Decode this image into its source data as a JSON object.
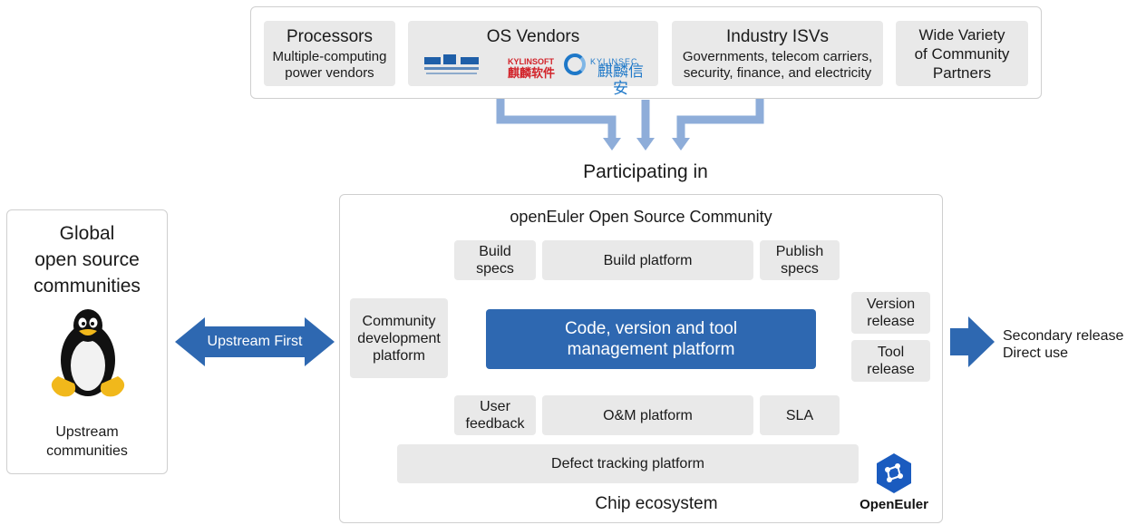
{
  "top_panel": {
    "processors": {
      "title": "Processors",
      "desc": [
        "Multiple-computing",
        "power vendors"
      ]
    },
    "os_vendors": {
      "title": "OS Vendors",
      "logo_kylinsoft_top": "KYLINSOFT",
      "logo_kylinsoft_bottom": "麒麟软件",
      "logo_kylinsec_top": "KYLINSEC",
      "logo_kylinsec_bottom": "麒麟信安"
    },
    "industry_isvs": {
      "title": "Industry ISVs",
      "desc": [
        "Governments, telecom carriers,",
        "security, finance, and electricity"
      ]
    },
    "partners": {
      "lines": [
        "Wide Variety",
        "of Community",
        "Partners"
      ]
    }
  },
  "participating_label": "Participating in",
  "left_panel": {
    "title_lines": [
      "Global",
      "open source",
      "communities"
    ],
    "bottom_lines": [
      "Upstream",
      "communities"
    ]
  },
  "upstream_arrow_label": "Upstream First",
  "community": {
    "title": "openEuler Open Source Community",
    "build_specs": [
      "Build",
      "specs"
    ],
    "build_platform": "Build platform",
    "publish_specs": [
      "Publish",
      "specs"
    ],
    "community_dev_platform": [
      "Community",
      "development",
      "platform"
    ],
    "core_platform": [
      "Code, version and tool",
      "management platform"
    ],
    "version_release": [
      "Version",
      "release"
    ],
    "tool_release": [
      "Tool",
      "release"
    ],
    "user_feedback": [
      "User",
      "feedback"
    ],
    "om_platform": "O&M platform",
    "sla": "SLA",
    "defect_tracking": "Defect tracking platform",
    "chip_ecosystem": "Chip ecosystem",
    "logo_text": "OpenEuler"
  },
  "output": {
    "lines": [
      "Secondary release",
      "Direct use"
    ]
  },
  "colors": {
    "accent_blue": "#2e68b1",
    "light_arrow": "#8eadd9",
    "box_gray": "#e9e9e9"
  }
}
